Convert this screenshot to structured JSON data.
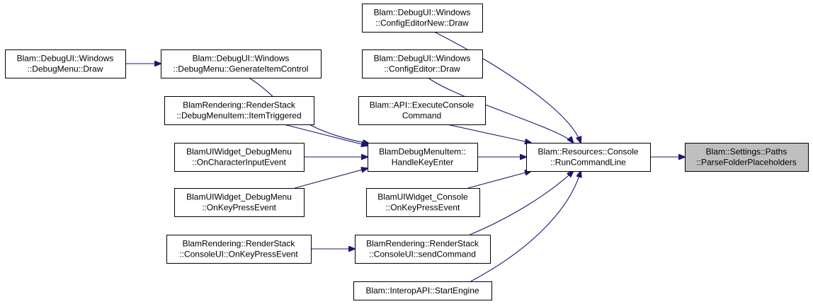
{
  "graph": {
    "colors": {
      "edge": "#191970",
      "node_border": "#000000",
      "node_fill": "#ffffff",
      "root_fill": "#bfbfbf"
    },
    "nodes": [
      {
        "id": "debugmenu_draw",
        "lines": [
          "Blam::DebugUI::Windows",
          "::DebugMenu::Draw"
        ]
      },
      {
        "id": "generate_item_control",
        "lines": [
          "Blam::DebugUI::Windows",
          "::DebugMenu::GenerateItemControl"
        ]
      },
      {
        "id": "item_triggered",
        "lines": [
          "BlamRendering::RenderStack",
          "::DebugMenuItem::ItemTriggered"
        ]
      },
      {
        "id": "on_character_input",
        "lines": [
          "BlamUIWidget_DebugMenu",
          "::OnCharacterInputEvent"
        ]
      },
      {
        "id": "on_key_press_debugmenu",
        "lines": [
          "BlamUIWidget_DebugMenu",
          "::OnKeyPressEvent"
        ]
      },
      {
        "id": "consoleui_onkeypress",
        "lines": [
          "BlamRendering::RenderStack",
          "::ConsoleUI::OnKeyPressEvent"
        ]
      },
      {
        "id": "config_editor_new_draw",
        "lines": [
          "Blam::DebugUI::Windows",
          "::ConfigEditorNew::Draw"
        ]
      },
      {
        "id": "config_editor_draw",
        "lines": [
          "Blam::DebugUI::Windows",
          "::ConfigEditor::Draw"
        ]
      },
      {
        "id": "execute_console_command",
        "lines": [
          "Blam::API::ExecuteConsole",
          "Command"
        ]
      },
      {
        "id": "handle_key_enter",
        "lines": [
          "BlamDebugMenuItem::",
          "HandleKeyEnter"
        ]
      },
      {
        "id": "widget_console_onkeypress",
        "lines": [
          "BlamUIWidget_Console",
          "::OnKeyPressEvent"
        ]
      },
      {
        "id": "consoleui_sendcommand",
        "lines": [
          "BlamRendering::RenderStack",
          "::ConsoleUI::sendCommand"
        ]
      },
      {
        "id": "start_engine",
        "lines": [
          "Blam::InteropAPI::StartEngine"
        ]
      },
      {
        "id": "run_command_line",
        "lines": [
          "Blam::Resources::Console",
          "::RunCommandLine"
        ]
      },
      {
        "id": "parse_folder_placeholders",
        "lines": [
          "Blam::Settings::Paths",
          "::ParseFolderPlaceholders"
        ],
        "root": true
      }
    ],
    "edges": [
      {
        "from": "debugmenu_draw",
        "to": "generate_item_control"
      },
      {
        "from": "generate_item_control",
        "to": "handle_key_enter"
      },
      {
        "from": "item_triggered",
        "to": "handle_key_enter"
      },
      {
        "from": "on_character_input",
        "to": "handle_key_enter"
      },
      {
        "from": "on_key_press_debugmenu",
        "to": "handle_key_enter"
      },
      {
        "from": "consoleui_onkeypress",
        "to": "consoleui_sendcommand"
      },
      {
        "from": "config_editor_new_draw",
        "to": "run_command_line"
      },
      {
        "from": "config_editor_draw",
        "to": "run_command_line"
      },
      {
        "from": "execute_console_command",
        "to": "run_command_line"
      },
      {
        "from": "handle_key_enter",
        "to": "run_command_line"
      },
      {
        "from": "widget_console_onkeypress",
        "to": "run_command_line"
      },
      {
        "from": "consoleui_sendcommand",
        "to": "run_command_line"
      },
      {
        "from": "start_engine",
        "to": "run_command_line"
      },
      {
        "from": "run_command_line",
        "to": "parse_folder_placeholders"
      }
    ]
  }
}
